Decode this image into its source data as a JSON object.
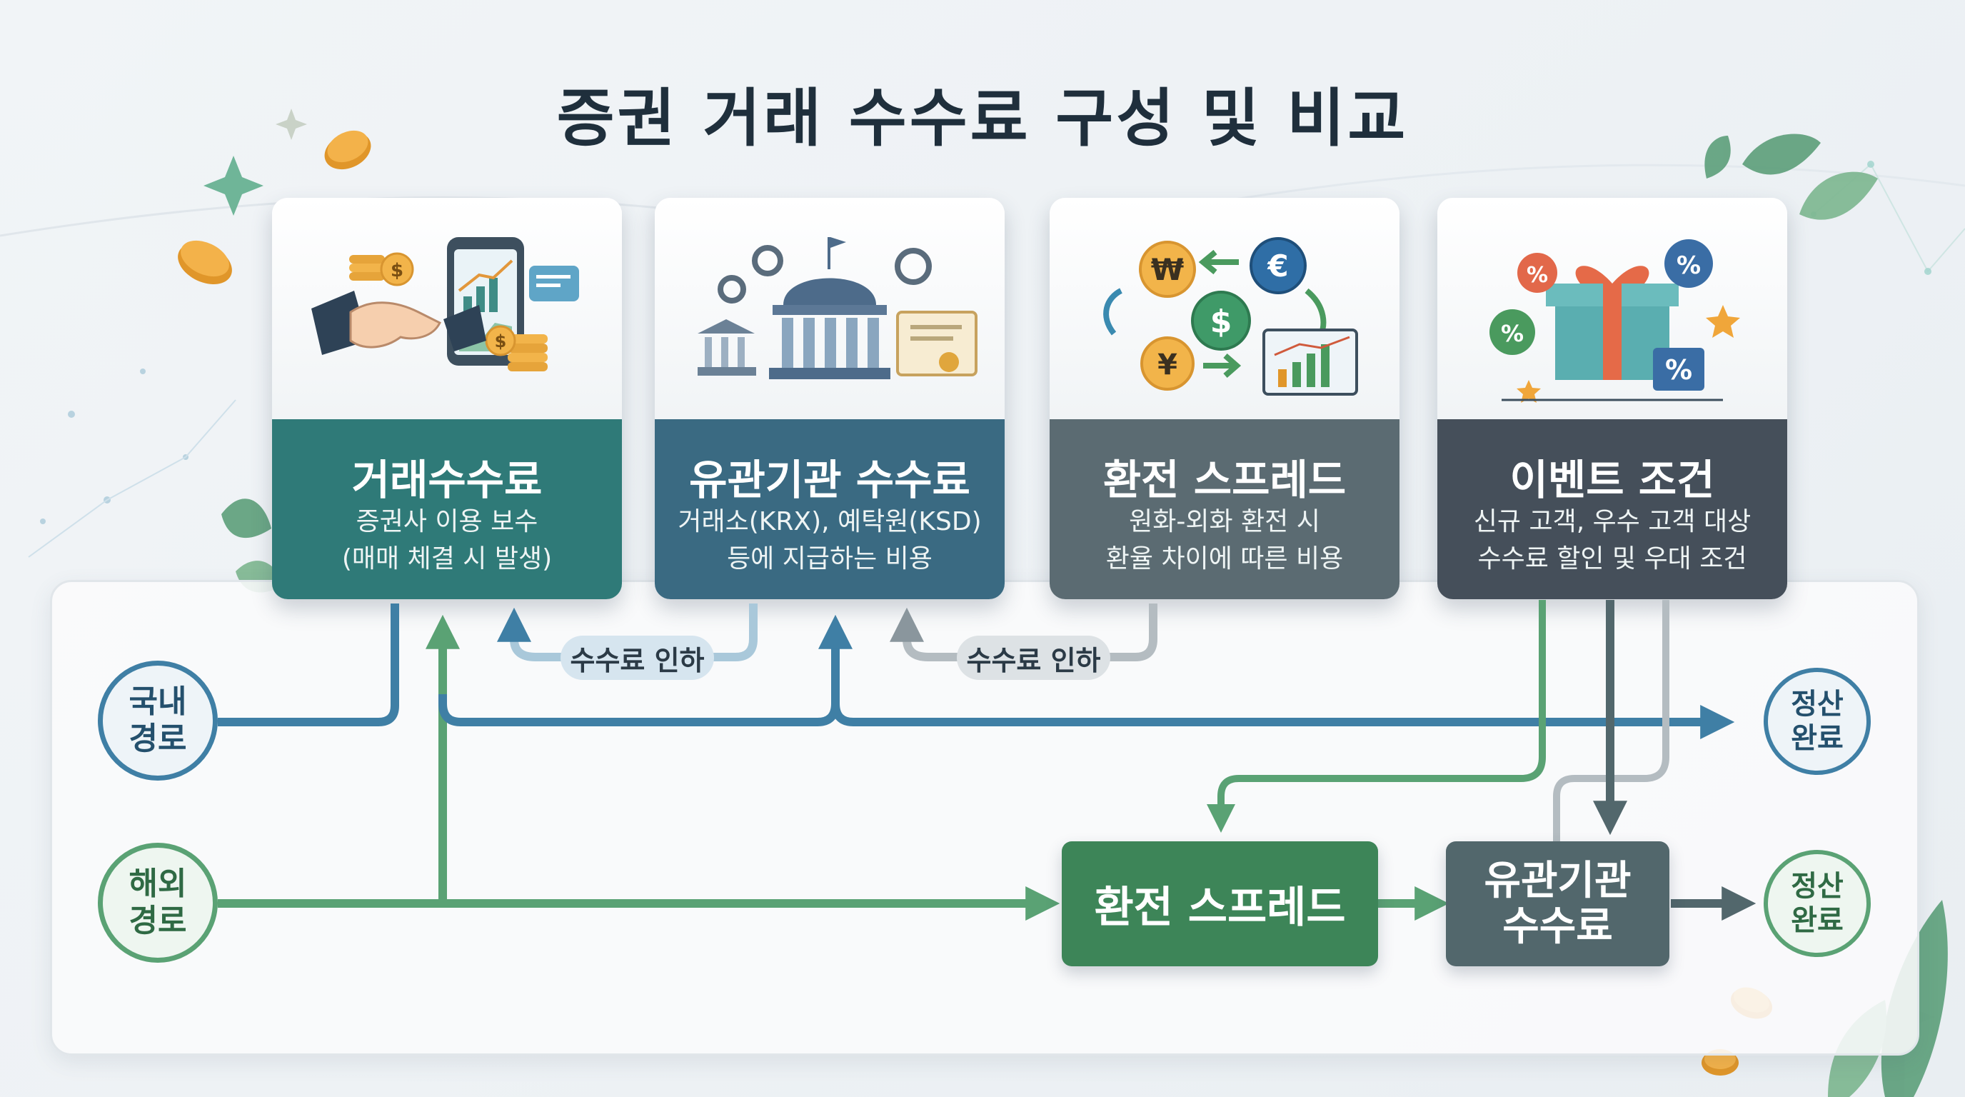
{
  "title": "증권 거래 수수료 구성 및 비교",
  "cards": [
    {
      "title": "거래수수료",
      "desc1": "증권사 이용 보수",
      "desc2": "(매매 체결 시 발생)",
      "color": "#2f7a78"
    },
    {
      "title": "유관기관 수수료",
      "desc1": "거래소(KRX), 예탁원(KSD)",
      "desc2": "등에 지급하는 비용",
      "color": "#3a6a82"
    },
    {
      "title": "환전 스프레드",
      "desc1": "원화-외화 환전 시",
      "desc2": "환율 차이에 따른 비용",
      "color": "#5b6b72"
    },
    {
      "title": "이벤트 조건",
      "desc1": "신규 고객, 우수 고객 대상",
      "desc2": "수수료 할인 및 우대 조건",
      "color": "#454f5a"
    }
  ],
  "illustration_icons": {
    "card1": [
      "handshake-icon",
      "coins-icon",
      "smartphone-chart-icon",
      "chat-bubble-icon"
    ],
    "card2": [
      "gears-icon",
      "government-building-icon",
      "certificate-icon"
    ],
    "card3": [
      "won-coin-icon",
      "euro-coin-icon",
      "dollar-coin-icon",
      "yen-coin-icon",
      "exchange-chart-icon"
    ],
    "card4": [
      "gift-box-icon",
      "percent-badge-icon",
      "star-icon"
    ]
  },
  "currency_symbols": {
    "won": "₩",
    "euro": "€",
    "dollar": "$",
    "yen": "¥"
  },
  "flow": {
    "domestic_label_1": "국내",
    "domestic_label_2": "경로",
    "overseas_label_1": "해외",
    "overseas_label_2": "경로",
    "settle_label_1": "정산",
    "settle_label_2": "완료",
    "fx_box": "환전 스프레드",
    "agency_box_1": "유관기관",
    "agency_box_2": "수수료",
    "discount_pill": "수수료 인하"
  },
  "colors": {
    "domestic": "#3f7fa5",
    "overseas": "#5aa274",
    "fx_box": "#3d8558",
    "agency_box": "#52676c",
    "gray_path": "#a8b2b8"
  }
}
